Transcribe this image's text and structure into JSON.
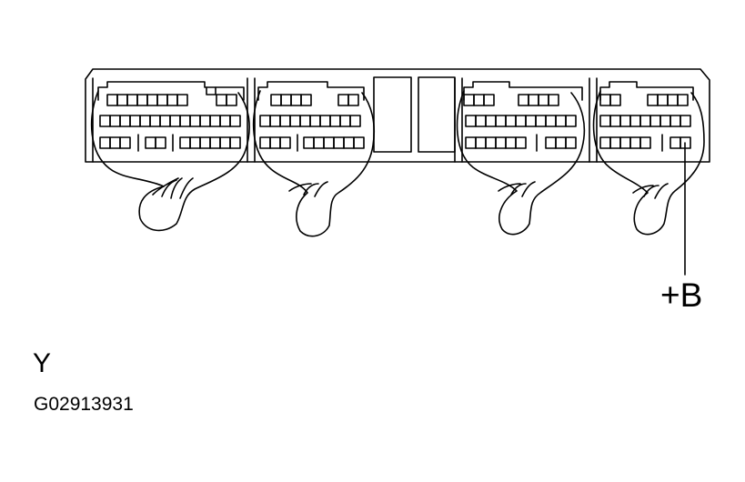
{
  "labels": {
    "terminal": "+B",
    "wire_color": "Y",
    "figure_id": "G02913931"
  },
  "components": {
    "ecu_connector_body": "ecu-connector-housing",
    "harness_connectors": [
      "connector-1",
      "connector-2",
      "connector-3",
      "connector-4"
    ]
  }
}
